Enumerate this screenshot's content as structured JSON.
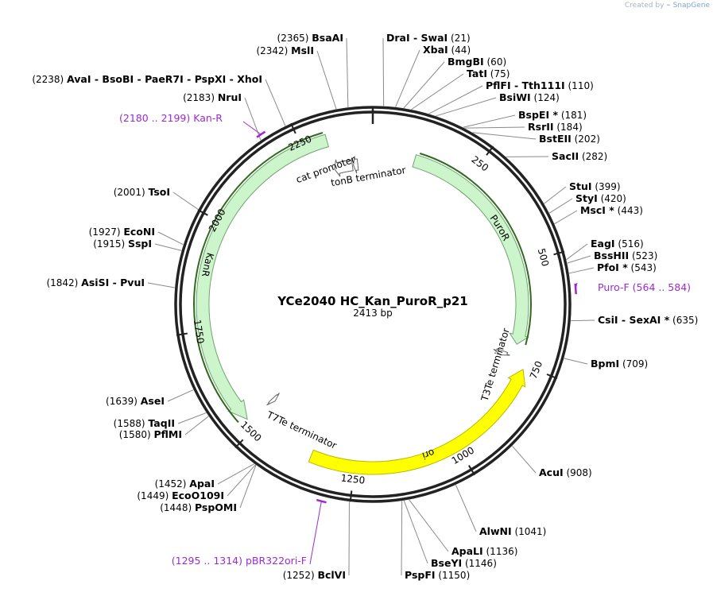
{
  "watermark": {
    "prefix": "Created by",
    "brand": "SnapGene"
  },
  "plasmid": {
    "name": "YCe2040 HC_Kan_PuroR_p21",
    "length": "2413 bp",
    "total_bp": 2413
  },
  "ticks": [
    "250",
    "500",
    "750",
    "1000",
    "1250",
    "1500",
    "1750",
    "2000",
    "2250"
  ],
  "features": [
    {
      "name": "PuroR",
      "color": "#ccf5cc",
      "outline": "#71a371"
    },
    {
      "name": "ori",
      "color": "#ffff00",
      "outline": "#b8b800"
    },
    {
      "name": "KanR",
      "color": "#ccf5cc",
      "outline": "#71a371"
    },
    {
      "name": "cat promoter",
      "color": "#ffffff",
      "outline": "#666666"
    },
    {
      "name": "tonB terminator",
      "color": "#ffffff",
      "outline": "#666666"
    },
    {
      "name": "T3Te terminator",
      "color": "#ffffff",
      "outline": "#666666"
    },
    {
      "name": "T7Te terminator",
      "color": "#ffffff",
      "outline": "#666666"
    }
  ],
  "sites": [
    {
      "names": [
        "DraI",
        "SwaI"
      ],
      "pos": "(21)"
    },
    {
      "names": [
        "XbaI"
      ],
      "pos": "(44)"
    },
    {
      "names": [
        "BmgBI"
      ],
      "pos": "(60)"
    },
    {
      "names": [
        "TatI"
      ],
      "pos": "(75)"
    },
    {
      "names": [
        "PflFI",
        "Tth111I"
      ],
      "pos": "(110)"
    },
    {
      "names": [
        "BsiWI"
      ],
      "pos": "(124)"
    },
    {
      "names": [
        "BspEI *"
      ],
      "pos": "(181)"
    },
    {
      "names": [
        "RsrII"
      ],
      "pos": "(184)"
    },
    {
      "names": [
        "BstEII"
      ],
      "pos": "(202)"
    },
    {
      "names": [
        "SacII"
      ],
      "pos": "(282)"
    },
    {
      "names": [
        "StuI"
      ],
      "pos": "(399)"
    },
    {
      "names": [
        "StyI"
      ],
      "pos": "(420)"
    },
    {
      "names": [
        "MscI *"
      ],
      "pos": "(443)"
    },
    {
      "names": [
        "EagI"
      ],
      "pos": "(516)"
    },
    {
      "names": [
        "BssHII"
      ],
      "pos": "(523)"
    },
    {
      "names": [
        "PfoI *"
      ],
      "pos": "(543)"
    },
    {
      "names": [
        "CsiI",
        "SexAI *"
      ],
      "pos": "(635)"
    },
    {
      "names": [
        "BpmI"
      ],
      "pos": "(709)"
    },
    {
      "names": [
        "AcuI"
      ],
      "pos": "(908)"
    },
    {
      "names": [
        "AlwNI"
      ],
      "pos": "(1041)"
    },
    {
      "names": [
        "ApaLI"
      ],
      "pos": "(1136)"
    },
    {
      "names": [
        "BseYI"
      ],
      "pos": "(1146)"
    },
    {
      "names": [
        "PspFI"
      ],
      "pos": "(1150)"
    },
    {
      "names": [
        "BclVI"
      ],
      "pos": "(1252)"
    },
    {
      "names": [
        "PspOMI"
      ],
      "pos": "(1448)"
    },
    {
      "names": [
        "EcoO109I"
      ],
      "pos": "(1449)"
    },
    {
      "names": [
        "ApaI"
      ],
      "pos": "(1452)"
    },
    {
      "names": [
        "PflMI"
      ],
      "pos": "(1580)"
    },
    {
      "names": [
        "TaqII"
      ],
      "pos": "(1588)"
    },
    {
      "names": [
        "AseI"
      ],
      "pos": "(1639)"
    },
    {
      "names": [
        "AsiSI",
        "PvuI"
      ],
      "pos": "(1842)"
    },
    {
      "names": [
        "SspI"
      ],
      "pos": "(1915)"
    },
    {
      "names": [
        "EcoNI"
      ],
      "pos": "(1927)"
    },
    {
      "names": [
        "TsoI"
      ],
      "pos": "(2001)"
    },
    {
      "names": [
        "NruI"
      ],
      "pos": "(2183)"
    },
    {
      "names": [
        "AvaI",
        "BsoBI",
        "PaeR7I",
        "PspXI",
        "XhoI"
      ],
      "pos": "(2238)"
    },
    {
      "names": [
        "MslI"
      ],
      "pos": "(2342)"
    },
    {
      "names": [
        "BsaAI"
      ],
      "pos": "(2365)"
    }
  ],
  "primers": [
    {
      "name": "Puro-F",
      "range": "(564 .. 584)"
    },
    {
      "name": "pBR322ori-F",
      "range": "(1295 .. 1314)"
    },
    {
      "name": "Kan-R",
      "range": "(2180 .. 2199)"
    }
  ],
  "colors": {
    "primer": "#9c2bd1",
    "backbone": "#222222",
    "leader": "#888888"
  }
}
